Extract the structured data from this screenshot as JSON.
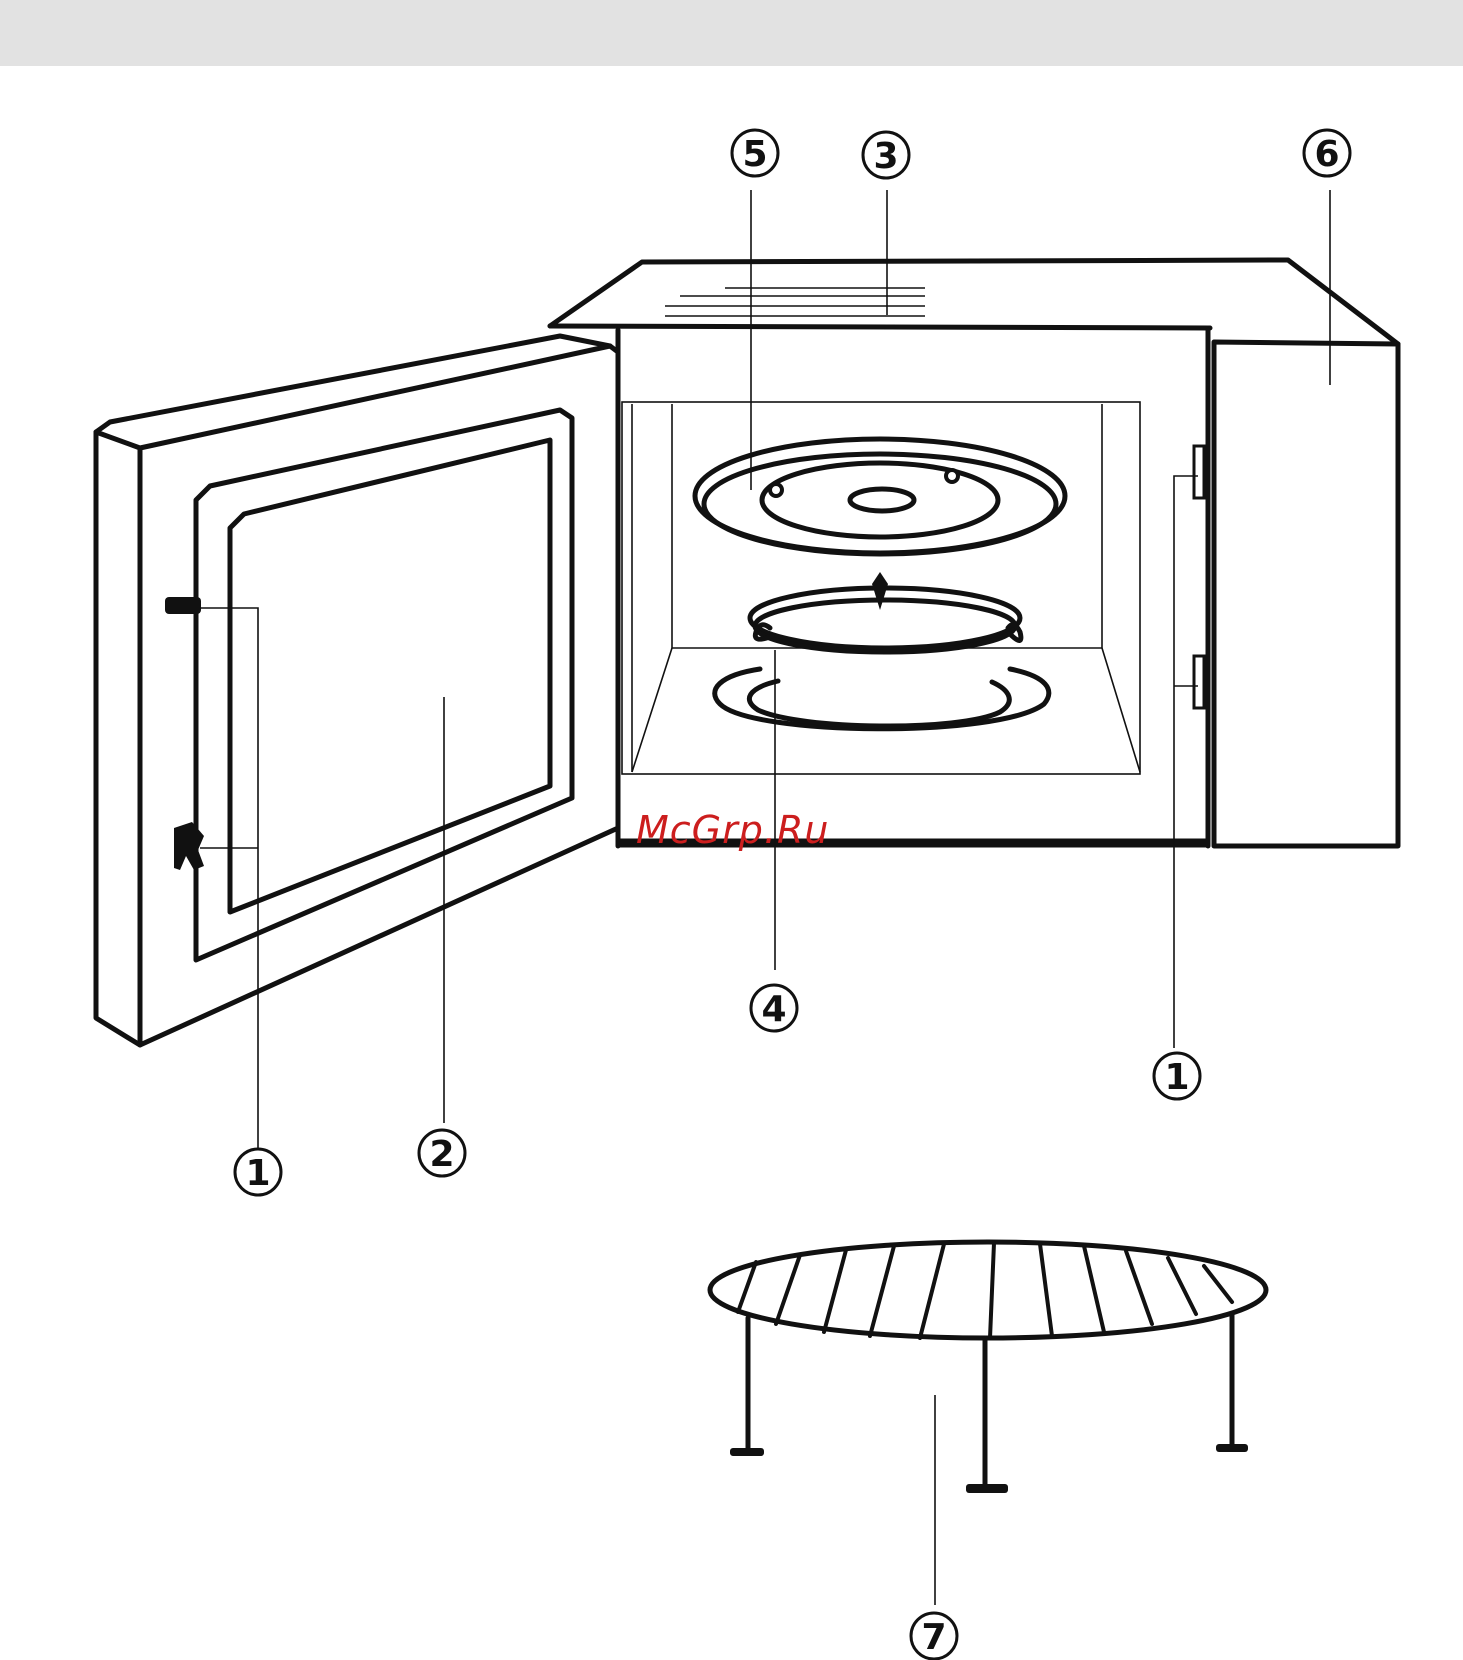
{
  "colors": {
    "top_bar": "#e2e2e2",
    "ink": "#111111",
    "watermark": "#cc1e1e"
  },
  "watermark": "McGrp.Ru",
  "callouts": [
    {
      "id": "door-latch-left",
      "label": "1"
    },
    {
      "id": "door-window",
      "label": "2"
    },
    {
      "id": "waveguide-cover",
      "label": "3"
    },
    {
      "id": "roller-ring",
      "label": "4"
    },
    {
      "id": "glass-tray",
      "label": "5"
    },
    {
      "id": "control-panel",
      "label": "6"
    },
    {
      "id": "grill-rack",
      "label": "7"
    },
    {
      "id": "door-latch-right",
      "label": "1"
    }
  ]
}
